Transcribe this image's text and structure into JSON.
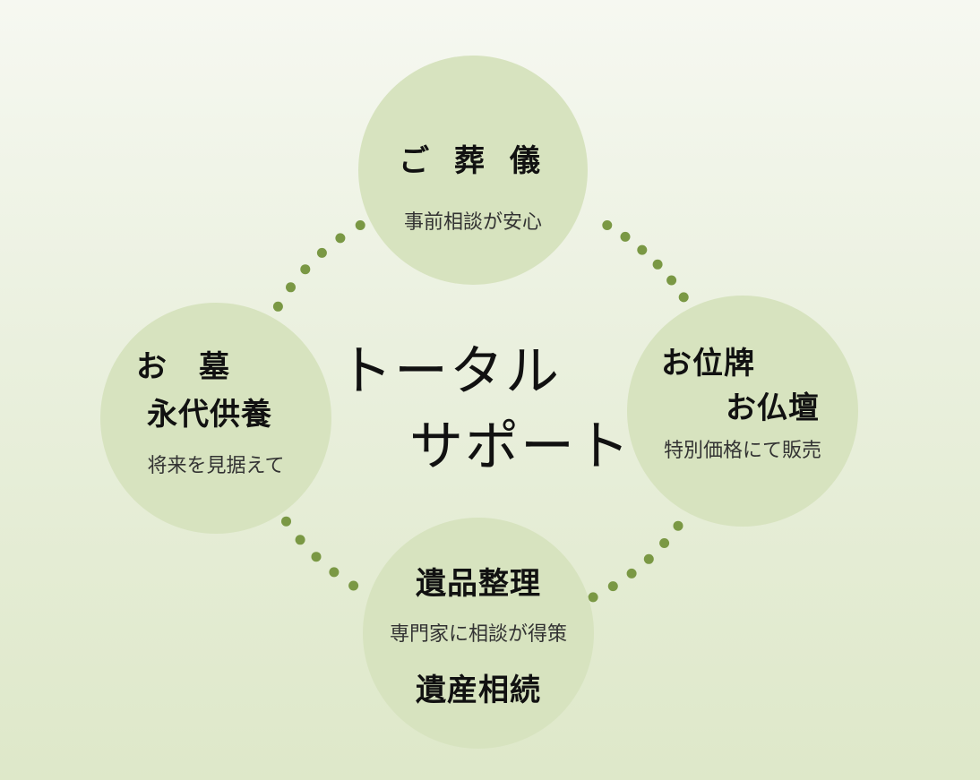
{
  "center": {
    "line1": "トータル",
    "line2": "サポート"
  },
  "nodes": {
    "funeral": {
      "title": "ご 葬 儀",
      "subtitle": "事前相談が安心"
    },
    "grave": {
      "title_line1": "お　墓",
      "title_line2": "永代供養",
      "subtitle": "将来を見据えて"
    },
    "butsudan": {
      "title_line1": "お位牌",
      "title_line2": "お仏壇",
      "subtitle": "特別価格にて販売"
    },
    "estate": {
      "title_line1": "遺品整理",
      "subtitle": "専門家に相談が得策",
      "title_line2": "遺産相続"
    }
  },
  "colors": {
    "circle_fill": "#d7e3bf",
    "dot_color": "#7a9844",
    "background_top": "#f6f8f1",
    "background_bottom": "#dee8c9"
  }
}
